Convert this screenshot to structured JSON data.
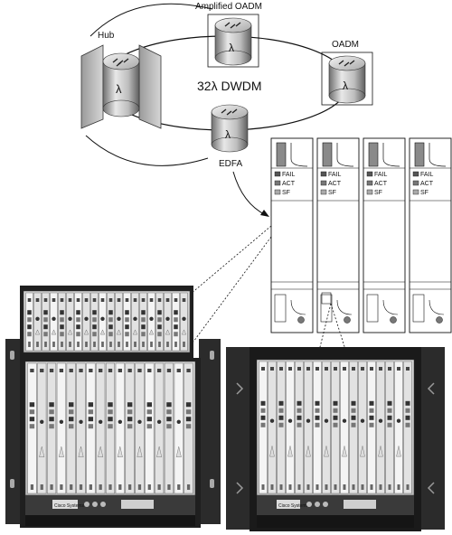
{
  "network": {
    "ring_label": "32λ DWDM",
    "nodes": {
      "hub": {
        "label": "Hub",
        "symbol": "λ"
      },
      "amplified_oadm": {
        "label": "Amplified OADM",
        "symbol": "λ"
      },
      "oadm": {
        "label": "OADM",
        "symbol": "λ"
      },
      "edfa": {
        "label": "EDFA",
        "symbol": "λ"
      }
    }
  },
  "cards": {
    "count": 4,
    "leds": [
      "FAIL",
      "ACT",
      "SF"
    ]
  },
  "chassis": {
    "left_brand": "Cisco Systems",
    "right_brand": "Cisco Systems"
  },
  "colors": {
    "ink": "#111111",
    "chassis_dark": "#2a2a2a",
    "chassis_mid": "#8a8a8a",
    "card_white": "#f2f2f2",
    "router_light": "#e6e6e6",
    "router_dark": "#7a7a7a"
  }
}
